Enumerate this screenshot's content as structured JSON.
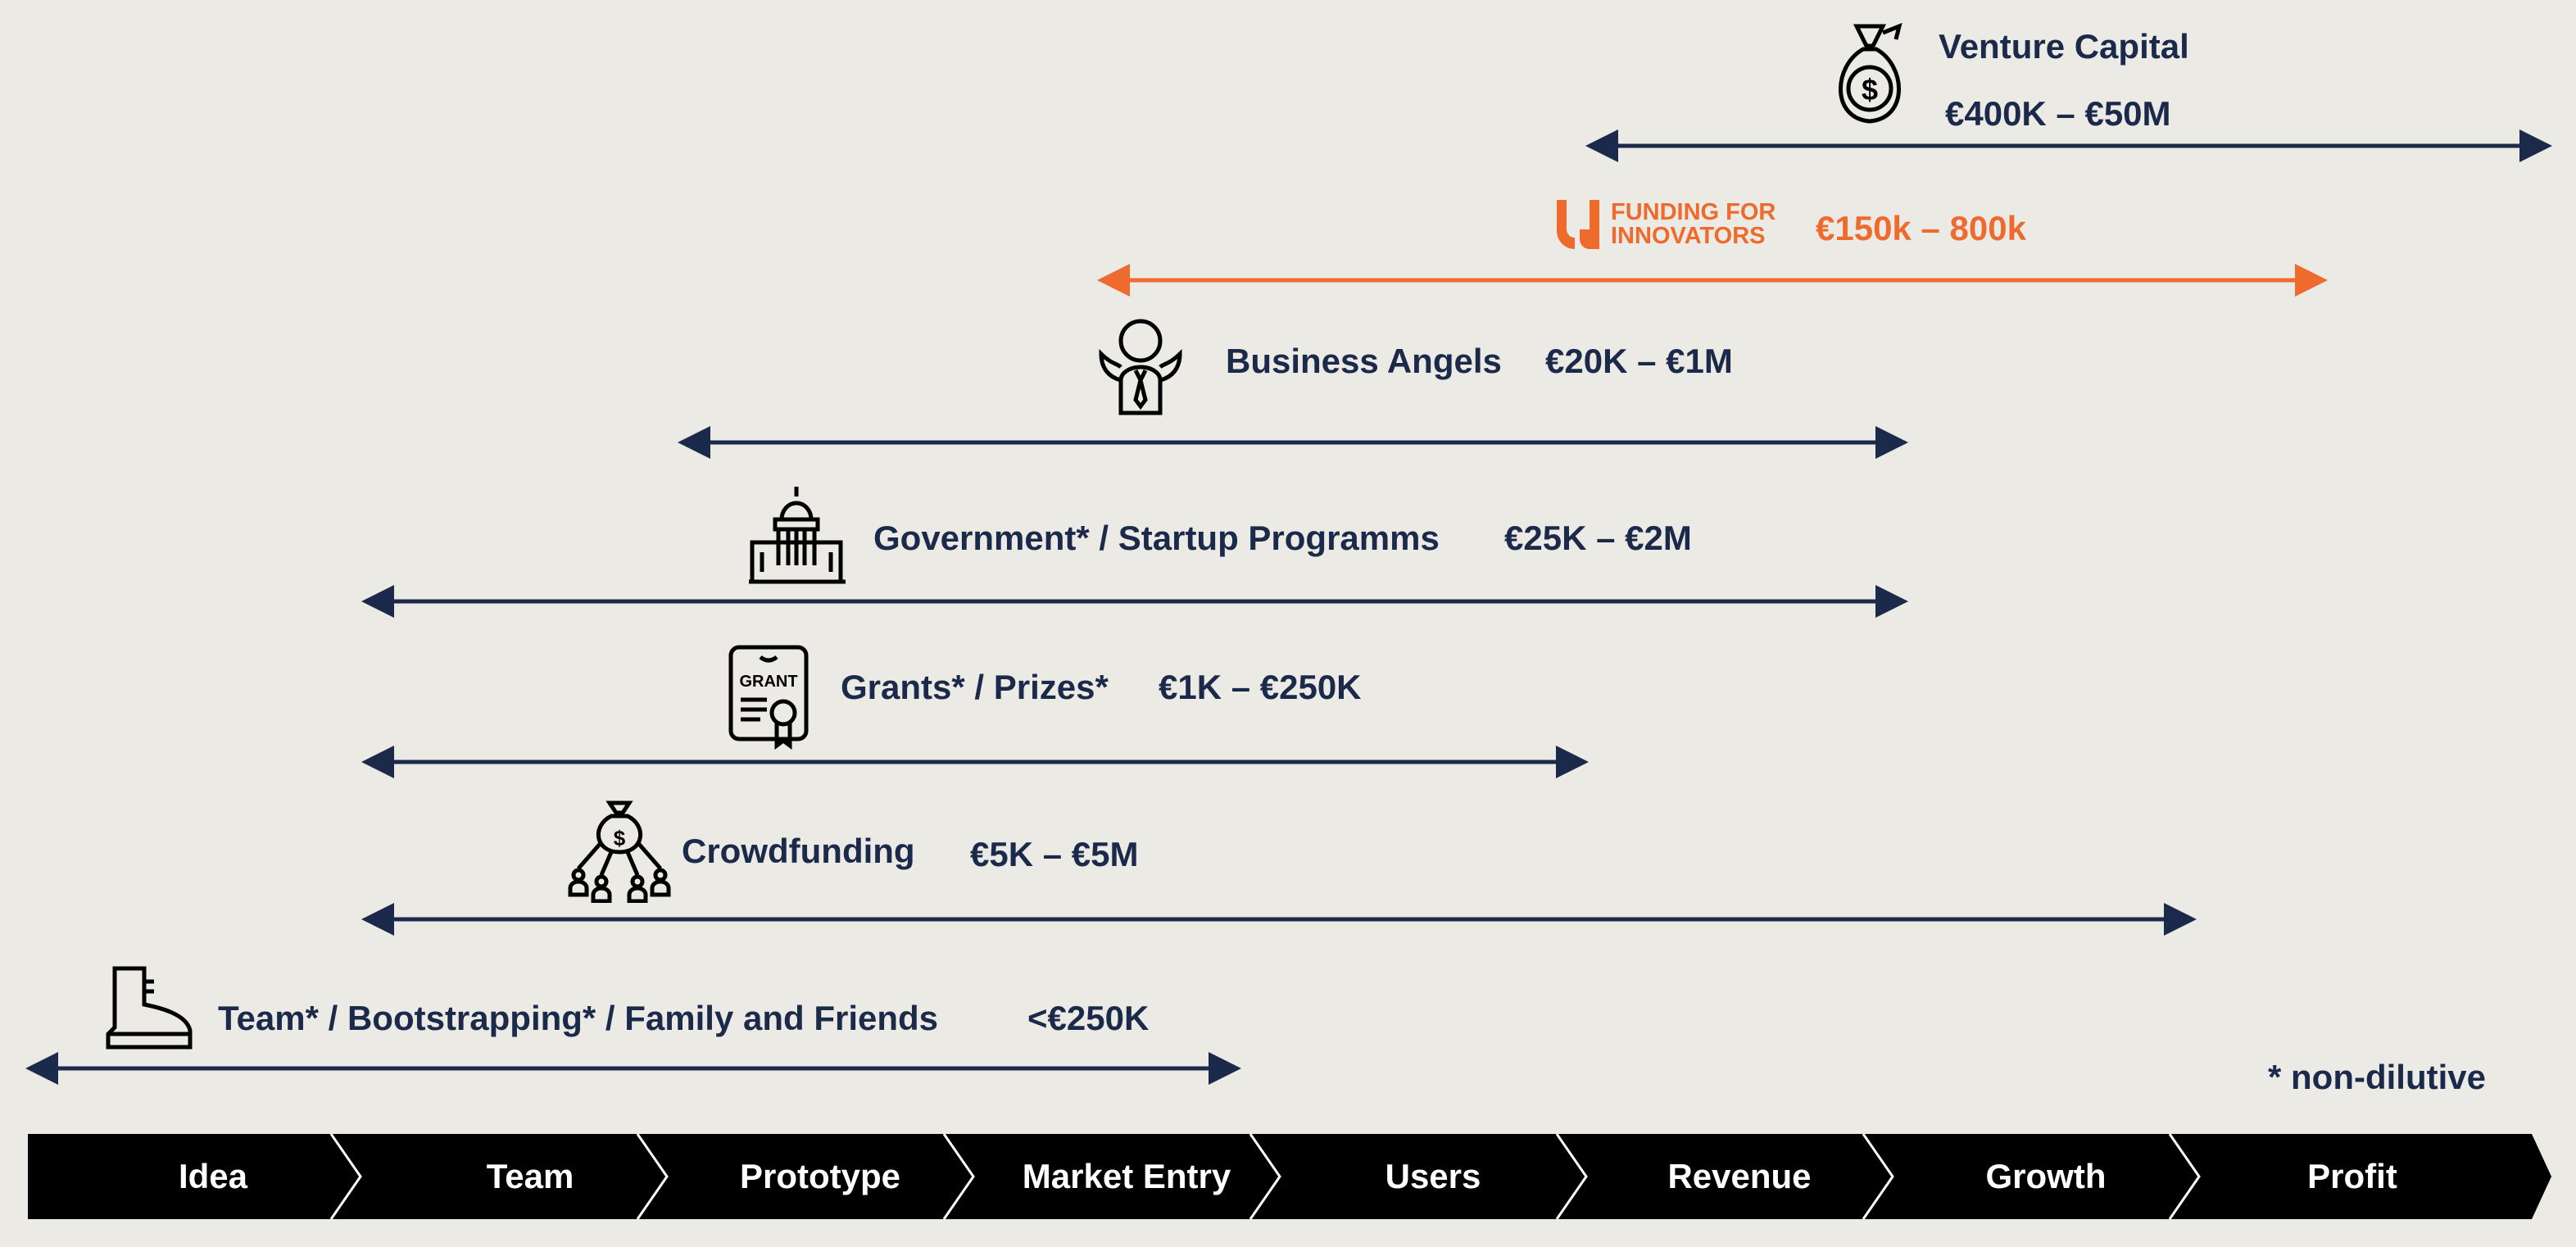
{
  "colors": {
    "navy": "#1B2A4A",
    "orange": "#EE6A2D",
    "background": "#ECEAE5",
    "bar": "#000000"
  },
  "rows": [
    {
      "name": "venture-capital",
      "label": "Venture Capital",
      "amount": "€400K – €50M",
      "icon": "money-bag-icon"
    },
    {
      "name": "funding-for-innovators",
      "logo_line1": "FUNDING FOR",
      "logo_line2": "INNOVATORS",
      "amount": "€150k – 800k",
      "icon": "ffi-logo"
    },
    {
      "name": "business-angels",
      "label": "Business Angels",
      "amount": "€20K – €1M",
      "icon": "angel-icon"
    },
    {
      "name": "government",
      "label": "Government* / Startup Programms",
      "amount": "€25K – €2M",
      "icon": "capitol-icon"
    },
    {
      "name": "grants",
      "label": "Grants* / Prizes*",
      "amount": "€1K – €250K",
      "icon": "grant-certificate-icon",
      "icon_text": "GRANT"
    },
    {
      "name": "crowdfunding",
      "label": "Crowdfunding",
      "amount": "€5K – €5M",
      "icon": "crowd-money-icon"
    },
    {
      "name": "team",
      "label": "Team* / Bootstrapping* / Family and Friends",
      "amount": "<€250K",
      "icon": "boot-icon"
    }
  ],
  "footnote": "* non-dilutive",
  "stages": [
    "Idea",
    "Team",
    "Prototype",
    "Market Entry",
    "Users",
    "Revenue",
    "Growth",
    "Profit"
  ]
}
